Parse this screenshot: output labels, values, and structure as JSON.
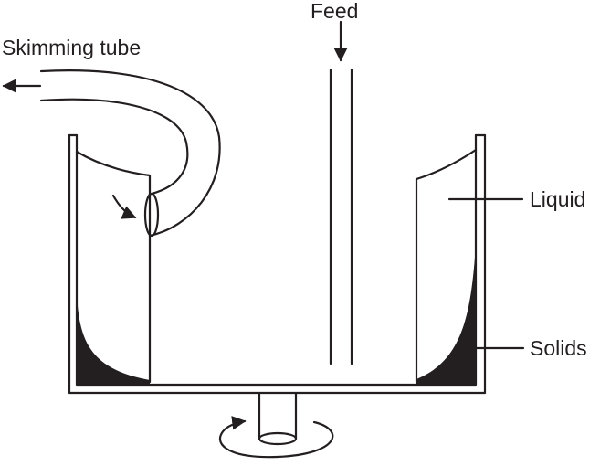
{
  "labels": {
    "feed": "Feed",
    "skimming_tube": "Skimming tube",
    "liquid": "Liquid",
    "solids": "Solids"
  },
  "colors": {
    "line": "#231f20",
    "background": "#ffffff"
  }
}
